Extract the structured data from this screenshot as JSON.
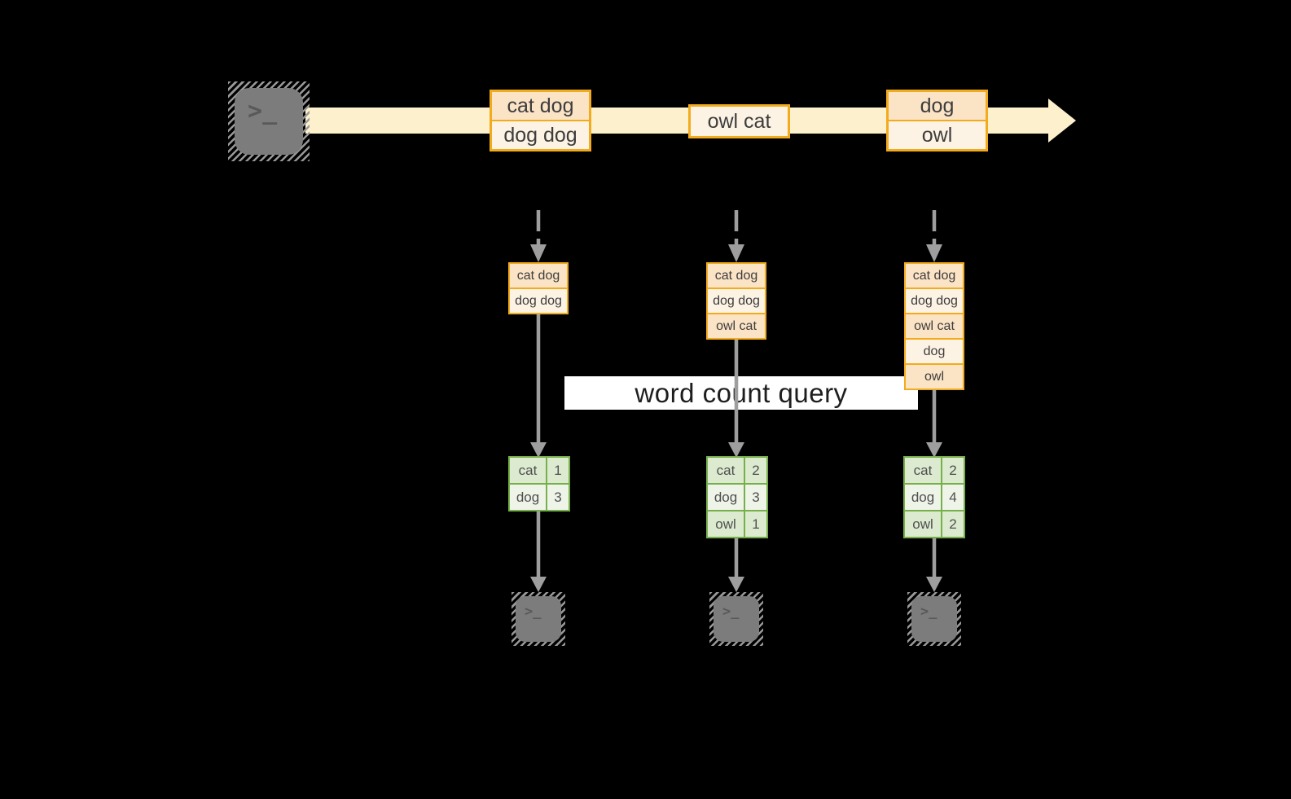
{
  "query_label": {
    "text": "word count query"
  },
  "stream": {
    "batches": [
      {
        "rows": [
          "cat dog",
          "dog dog"
        ]
      },
      {
        "rows": [
          "owl cat"
        ]
      },
      {
        "rows": [
          "dog",
          "owl"
        ]
      }
    ]
  },
  "columns": [
    {
      "state_rows": [
        "cat dog",
        "dog dog"
      ],
      "counts": [
        {
          "word": "cat",
          "count": "1"
        },
        {
          "word": "dog",
          "count": "3"
        }
      ]
    },
    {
      "state_rows": [
        "cat dog",
        "dog dog",
        "owl cat"
      ],
      "counts": [
        {
          "word": "cat",
          "count": "2"
        },
        {
          "word": "dog",
          "count": "3"
        },
        {
          "word": "owl",
          "count": "1"
        }
      ]
    },
    {
      "state_rows": [
        "cat dog",
        "dog dog",
        "owl cat",
        "dog",
        "owl"
      ],
      "counts": [
        {
          "word": "cat",
          "count": "2"
        },
        {
          "word": "dog",
          "count": "4"
        },
        {
          "word": "owl",
          "count": "2"
        }
      ]
    }
  ],
  "icons": {
    "terminal_prompt": ">",
    "terminal_cursor": "_"
  },
  "colors": {
    "background": "#000000",
    "band": "#fcf1cc",
    "box_border": "#f2ab1d",
    "fill_peach": "#fbe3c5",
    "fill_cream": "#fdf3e4",
    "green_border": "#77b04b",
    "fill_green": "#dcead0",
    "fill_green_light": "#eef4e8",
    "arrow_gray": "#9e9e9e",
    "terminal_gray": "#7c7c7c",
    "terminal_glyph": "#595959",
    "label_bg": "#ffffff",
    "label_text": "#1e1e1e",
    "text_dark": "#3d3d3d",
    "table_text": "#4f4f4f"
  }
}
